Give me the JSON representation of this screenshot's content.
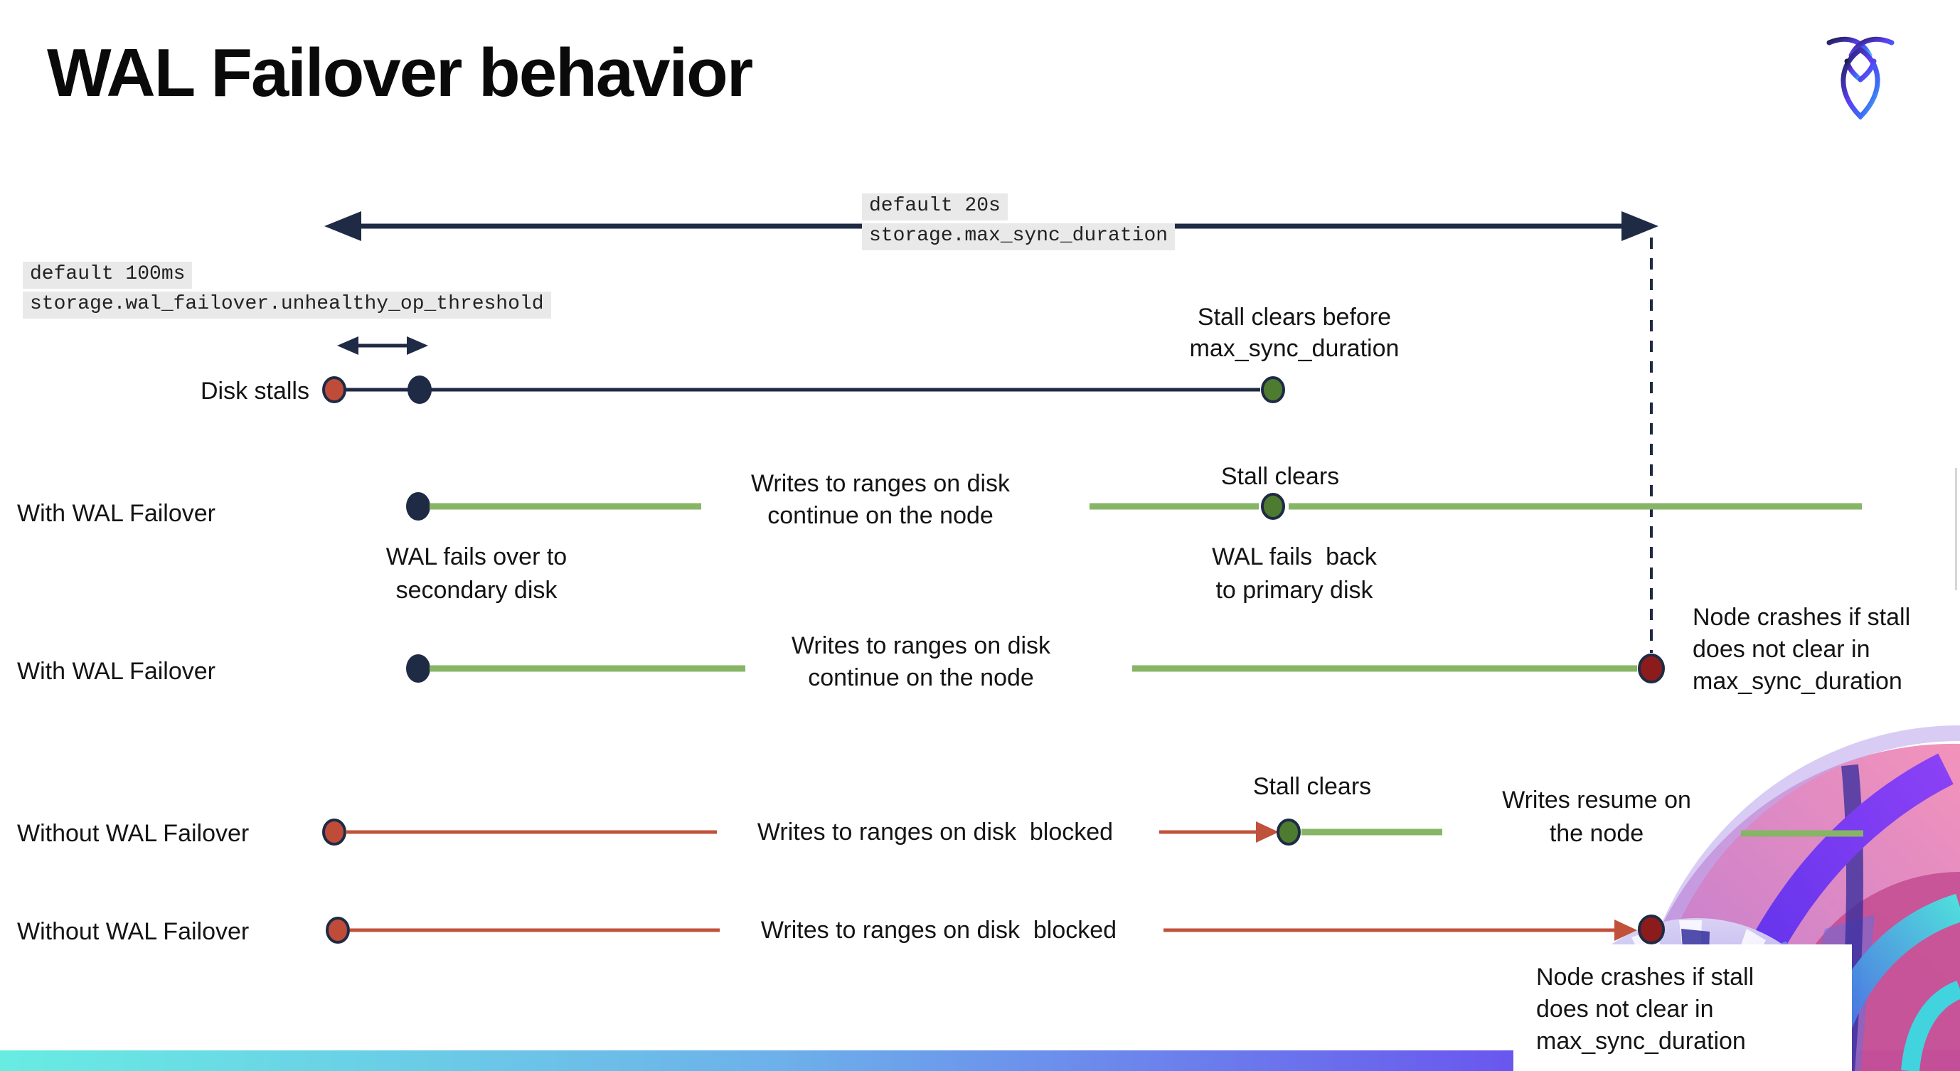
{
  "title": "WAL Failover behavior",
  "icons": {
    "logo": "cockroachdb-logo",
    "artwork": "cockroach-brand-artwork"
  },
  "config_labels": {
    "max_sync": {
      "l1": "default 20s",
      "l2": "storage.max_sync_duration"
    },
    "threshold": {
      "l1": "default 100ms",
      "l2": "storage.wal_failover.unhealthy_op_threshold"
    }
  },
  "rows": {
    "r1": {
      "label": "Disk stalls",
      "note1": "Stall clears before",
      "note2": "max_sync_duration"
    },
    "r2": {
      "label": "With WAL Failover",
      "sub1": "WAL fails over to",
      "sub2": "secondary disk",
      "mid1": "Writes to ranges on disk",
      "mid2": "continue on the node",
      "stall": "Stall clears",
      "back1": "WAL fails  back",
      "back2": "to primary disk"
    },
    "r3": {
      "label": "With WAL Failover",
      "mid1": "Writes to ranges on disk",
      "mid2": "continue on the node",
      "crash1": "Node crashes if stall",
      "crash2": "does not clear in",
      "crash3": "max_sync_duration"
    },
    "r4": {
      "label": "Without WAL Failover",
      "blocked": "Writes to ranges on disk  blocked",
      "stall": "Stall clears",
      "resume1": "Writes resume on",
      "resume2": "the node"
    },
    "r5": {
      "label": "Without WAL Failover",
      "blocked": "Writes to ranges on disk  blocked",
      "crash1": "Node crashes if stall",
      "crash2": "does not clear in",
      "crash3": "max_sync_duration"
    }
  },
  "colors": {
    "navy": "#1f2a44",
    "green_line": "#86b565",
    "green_dot": "#4d7b2f",
    "red_line": "#c0513a",
    "red_dot": "#bf4c38",
    "dark_red_dot": "#8c1c1c",
    "label_bg": "#e9e9e9",
    "bar_start": "#68ece2",
    "bar_end": "#5b2ff0"
  }
}
